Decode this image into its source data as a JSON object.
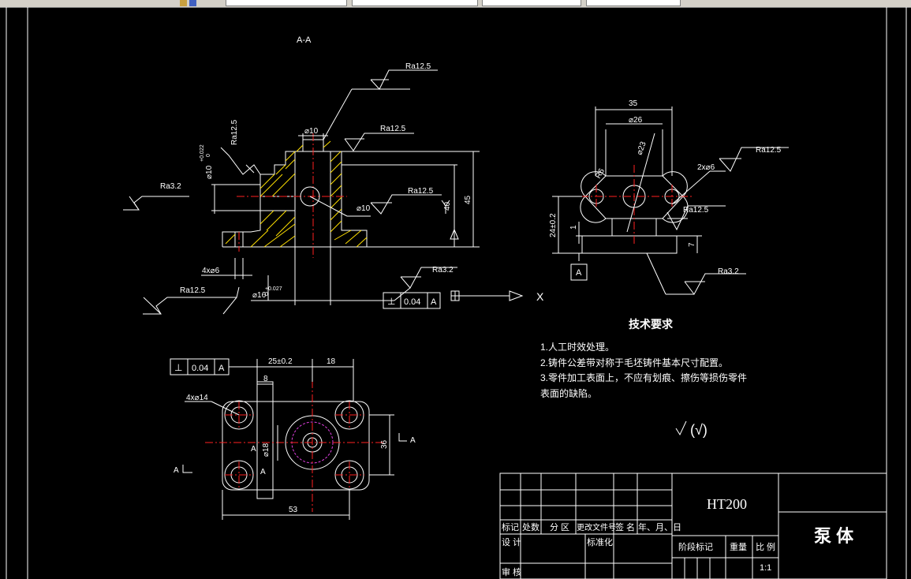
{
  "section_label": "A-A",
  "roughness": {
    "ra12_5": "Ra12.5",
    "ra3_2": "Ra3.2"
  },
  "dims": {
    "d10_top": "⌀10",
    "d10_side": "⌀10",
    "d10_tol": "⌀10",
    "d10_tol_upper": "+0.022",
    "d10_tol_lower": "0",
    "h40": "40",
    "h45": "45",
    "holes_4x6": "4x⌀6",
    "d16": "⌀16",
    "d16_tol_upper": "+0.027",
    "d16_tol_lower": "0",
    "w35": "35",
    "d26": "⌀26",
    "d23": "⌀23",
    "r6": "R6",
    "holes_2x6": "2x⌀6",
    "h24": "24±0.2",
    "h1": "1",
    "h7": "7",
    "d25": "25±0.2",
    "d18top": "18",
    "w8": "8",
    "holes_4x14": "4x⌀14",
    "d18": "⌀18",
    "h36": "36",
    "w53": "53"
  },
  "datum": "A",
  "axis_x": "X",
  "tolerance_frames": [
    {
      "symbol": "⊥",
      "value": "0.04",
      "datum": "A"
    },
    {
      "symbol": "⊥",
      "value": "0.04",
      "datum": "A"
    }
  ],
  "section_marks": {
    "left": "A",
    "right": "A"
  },
  "tech_requirements": {
    "title": "技术要求",
    "items": [
      "1.人工时效处理。",
      "2.铸件公差带对称于毛坯铸件基本尺寸配置。",
      "3.零件加工表面上，不应有划痕、擦伤等损伤零件",
      "表面的缺陷。"
    ]
  },
  "other_roughness": "(√)",
  "title_block": {
    "material": "HT200",
    "part_name": "泵 体",
    "scale": "1:1",
    "headers": [
      "标记",
      "处数",
      "分 区",
      "更改文件号",
      "签 名",
      "年、月、日"
    ],
    "row_design": "设 计",
    "row_standard": "标准化",
    "row_review": "审 核",
    "stage_mark": "阶段标记",
    "weight": "重量",
    "ratio": "比 例"
  },
  "colors": {
    "background": "#000000",
    "lines": "#ffffff",
    "centerlines": "#ff2020",
    "hatch": "#ffe000",
    "hidden": "#e040e0"
  }
}
